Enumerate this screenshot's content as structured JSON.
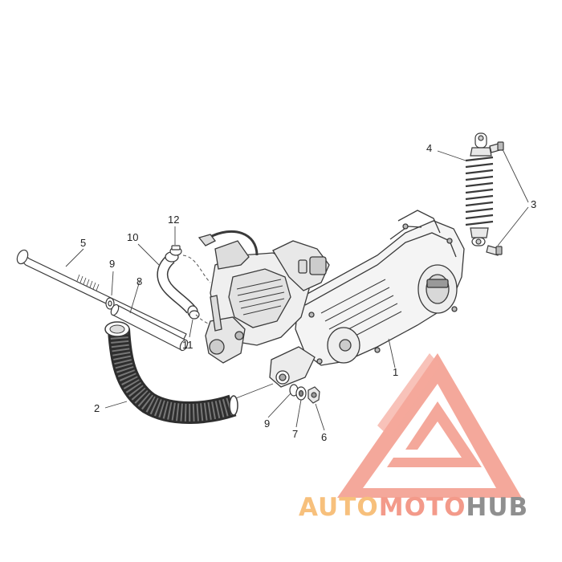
{
  "callouts": {
    "c1": "1",
    "c2": "2",
    "c3": "3",
    "c4": "4",
    "c5": "5",
    "c6": "6",
    "c7": "7",
    "c8": "8",
    "c9a": "9",
    "c9b": "9",
    "c10": "10",
    "c11": "11",
    "c12": "12"
  },
  "watermark": {
    "part1": "AUTO",
    "part2": "MOTO",
    "part3": "HUB",
    "colors": {
      "part1": "#f7c07c",
      "part2": "#f39a8a",
      "part3": "#8f8f8f",
      "emblem": "#f08a84"
    }
  },
  "line_color": "#3a3a3a"
}
